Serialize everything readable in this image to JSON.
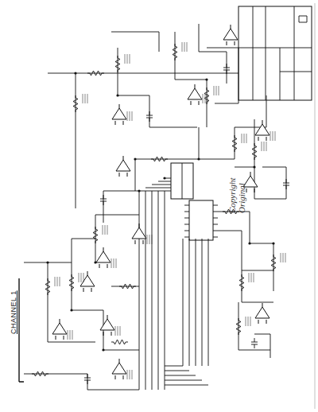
{
  "diagram": {
    "labels": [
      "CHANNEL 1",
      "Copyright",
      "Original"
    ]
  }
}
